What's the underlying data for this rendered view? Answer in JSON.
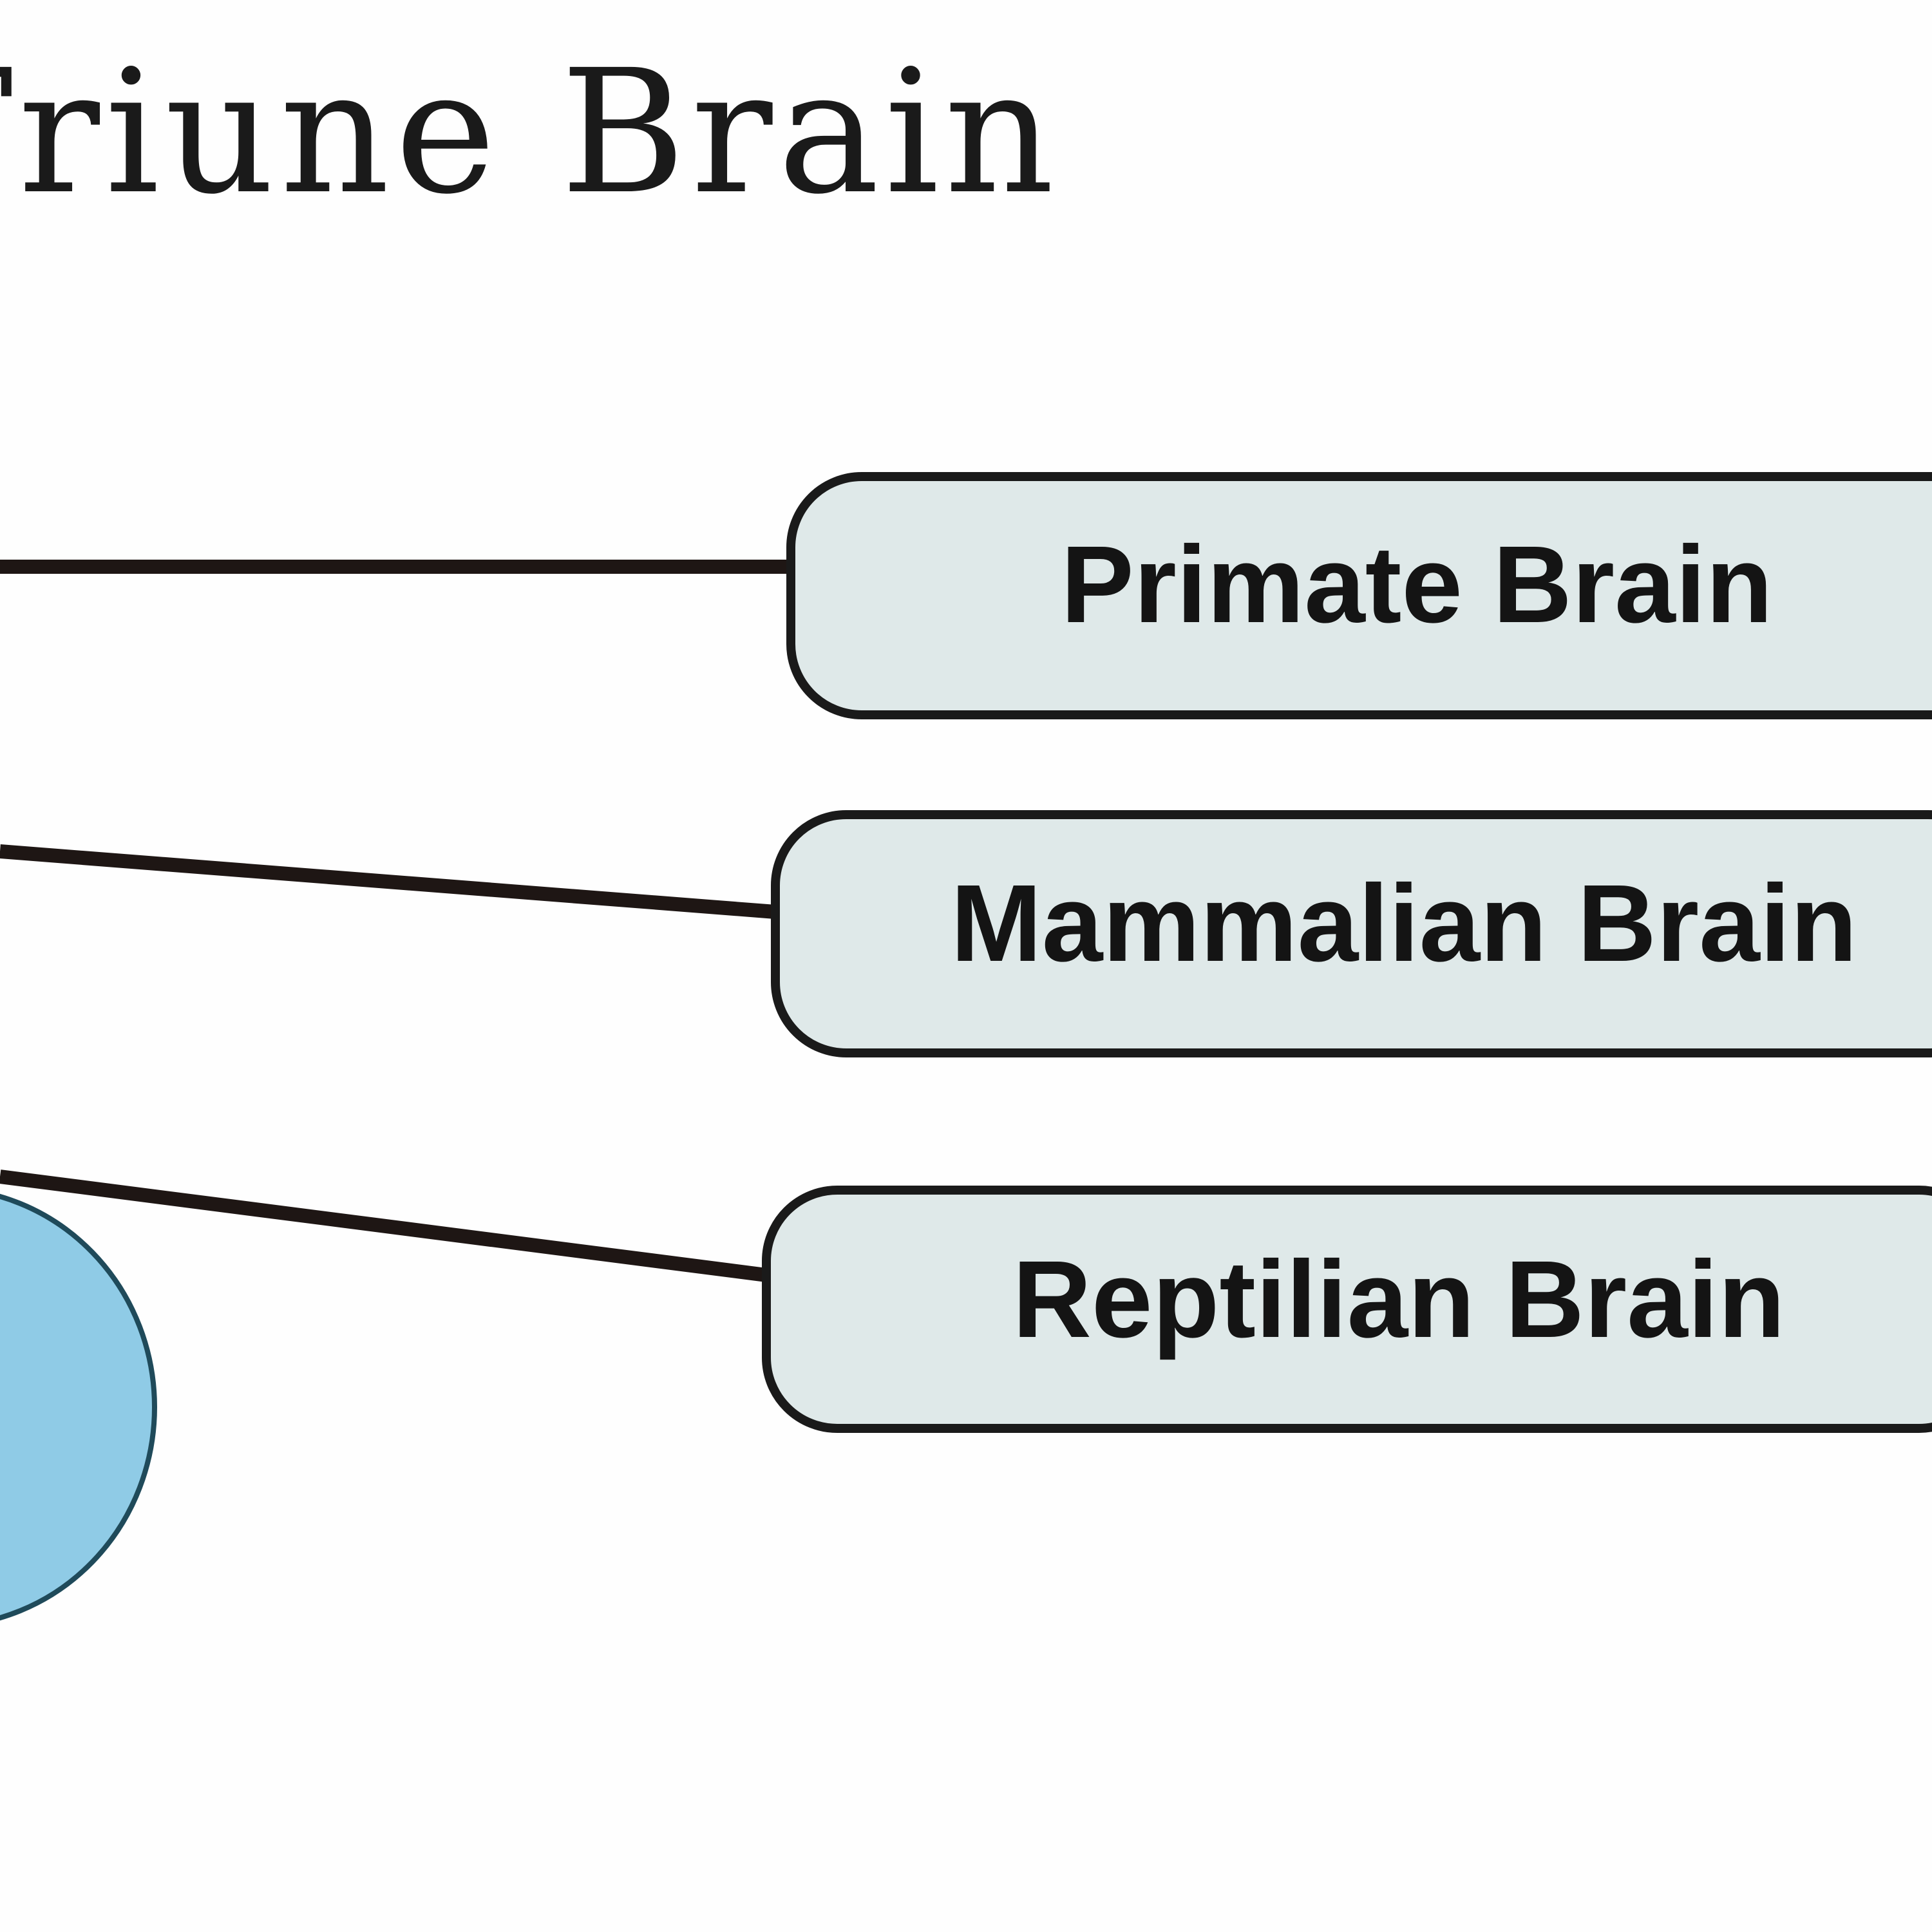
{
  "title": "e Triune Brain",
  "colors": {
    "box_fill": "#dfe9e9",
    "box_stroke": "#1a1a1a",
    "circle_fill": "#8fcbe6",
    "line": "#1e1614"
  },
  "labels": [
    {
      "text": "Primate Brain"
    },
    {
      "text": "Mammalian Brain"
    },
    {
      "text": "Reptilian Brain"
    }
  ]
}
